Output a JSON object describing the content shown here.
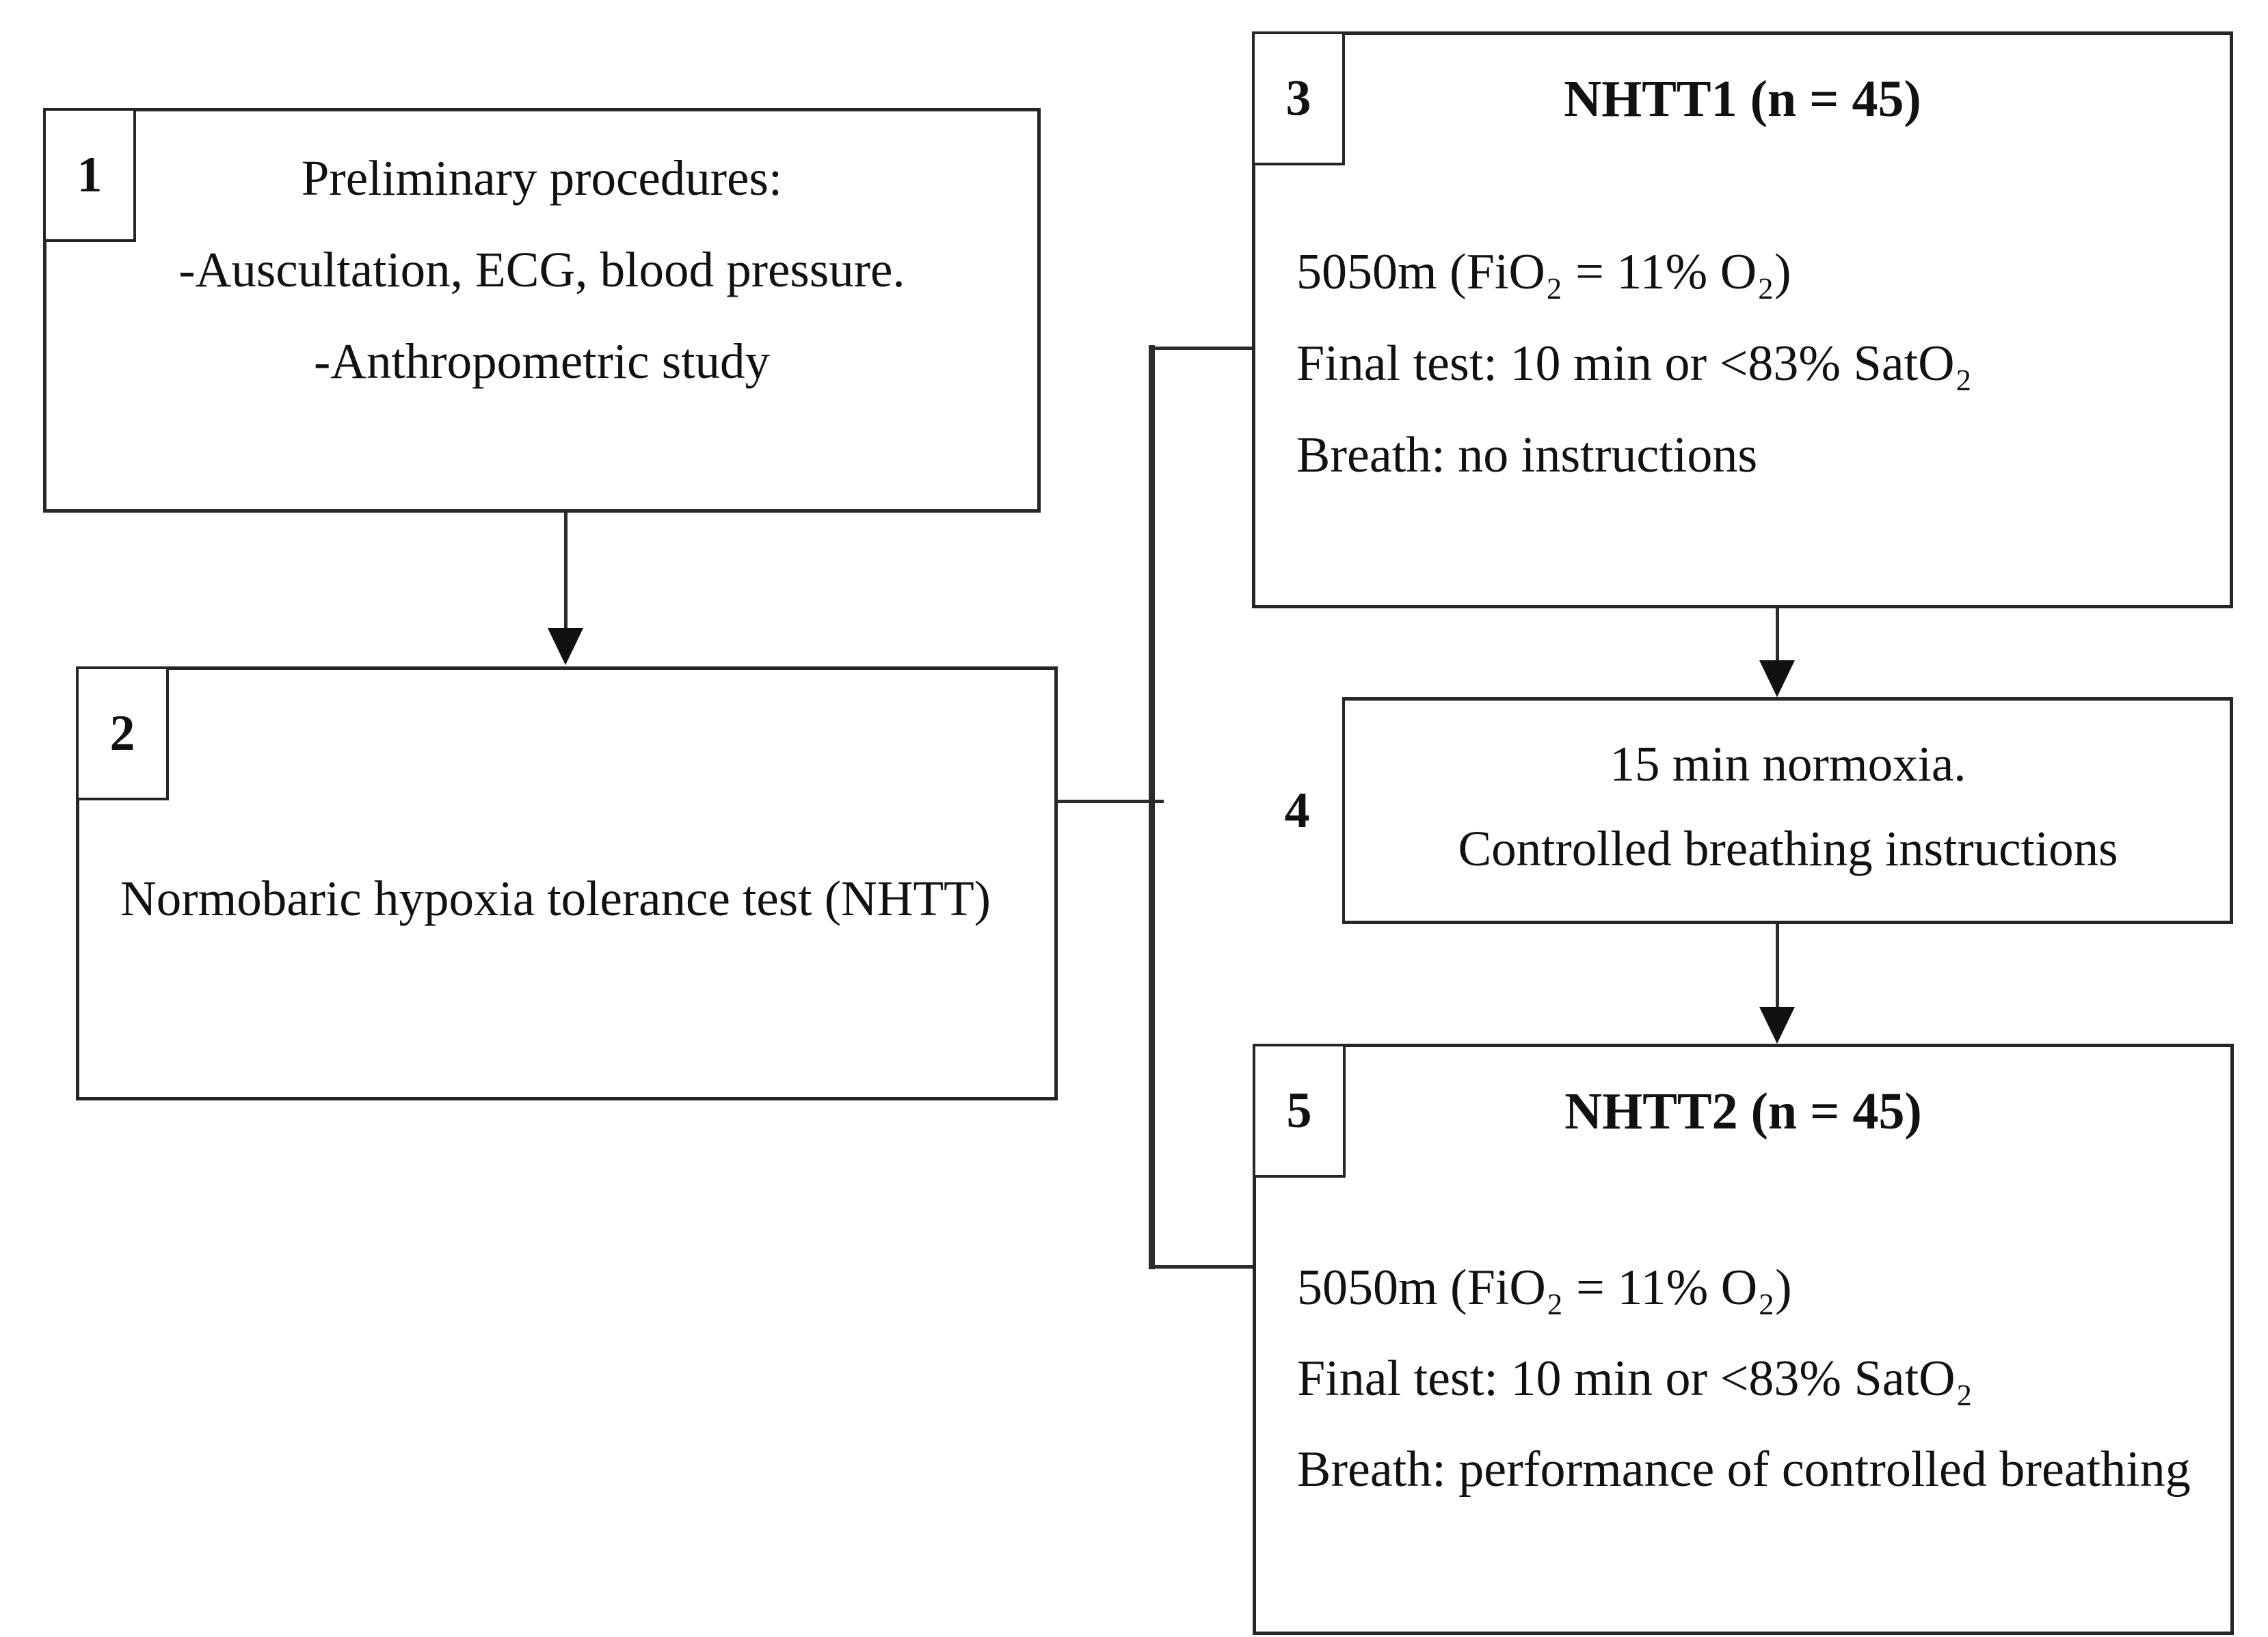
{
  "colors": {
    "background": "#ffffff",
    "border": "#262626",
    "text": "#111111"
  },
  "boxes": {
    "box1": {
      "number": "1",
      "lines": [
        "Preliminary procedures:",
        "-Auscultation, ECG, blood pressure.",
        "-Anthropometric study"
      ]
    },
    "box2": {
      "number": "2",
      "lines": [
        "Normobaric hypoxia tolerance test (NHTT)"
      ]
    },
    "box3": {
      "number": "3",
      "title": "NHTT1 (n = 45)",
      "lines": [
        "5050m (FiO₂ = 11% O₂)",
        "Final test: 10 min or <83% SatO₂",
        "Breath: no instructions"
      ]
    },
    "box4": {
      "number": "4",
      "lines": [
        "15 min normoxia.",
        "Controlled breathing instructions"
      ]
    },
    "box5": {
      "number": "5",
      "title": "NHTT2 (n = 45)",
      "lines": [
        "5050m (FiO₂ = 11% O₂)",
        "Final test: 10 min or <83% SatO₂",
        "Breath: performance of controlled breathing"
      ]
    }
  }
}
